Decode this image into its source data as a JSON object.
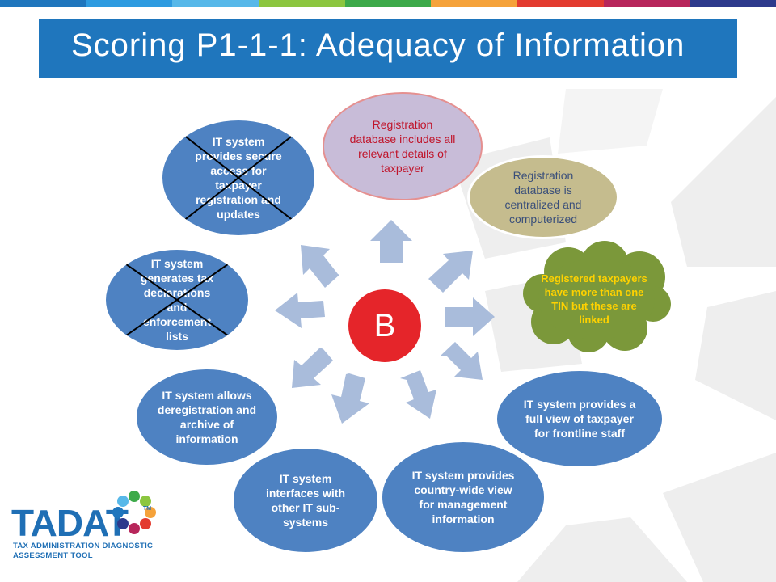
{
  "title": "Scoring P1-1-1: Adequacy of Information",
  "colors": {
    "title_band": "#1f76bd",
    "blue_node": "#4e82c2",
    "pink_node": "#c8bcd8",
    "tan_node": "#c5bc8e",
    "green_cloud": "#7b983a",
    "center": "#e5252a",
    "arrow": "#a9bcdb"
  },
  "top_bar_colors": [
    "#1f76bd",
    "#2e9be0",
    "#57b8e9",
    "#8cc63f",
    "#3daa4a",
    "#f5a23a",
    "#e33b2f",
    "#b7265b",
    "#2d3a8c"
  ],
  "center_label": "B",
  "nodes": {
    "registration_db_details": "Registration database includes all relevant details of taxpayer",
    "registration_db_centralized": "Registration database is centralized and computerized",
    "registered_taxpayers_tin": "Registered taxpayers have more than one TIN but these are linked",
    "full_view_frontline": "IT system provides a full view of taxpayer for frontline staff",
    "country_wide_view": "IT system provides country-wide view for management information",
    "interfaces_subsystems": "IT system interfaces with other IT sub-systems",
    "deregistration_archive": "IT system allows deregistration and archive of information",
    "declarations_enforcement": "IT system generates tax declarations and enforcement lists",
    "secure_access": "IT system provides secure access for taxpayer registration and updates"
  },
  "logo": {
    "word": "TADAT",
    "tm": "TM",
    "line1": "TAX ADMINISTRATION DIAGNOSTIC",
    "line2": "ASSESSMENT TOOL"
  }
}
